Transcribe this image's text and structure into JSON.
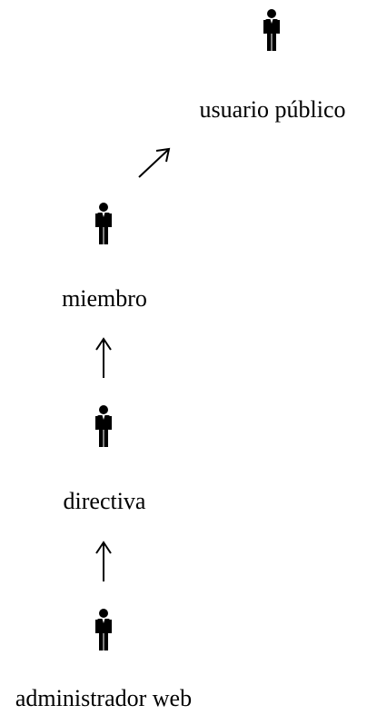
{
  "diagram": {
    "actors": [
      {
        "id": "usuario-publico",
        "label": "usuario público",
        "icon": "person-icon"
      },
      {
        "id": "miembro",
        "label": "miembro",
        "icon": "person-icon"
      },
      {
        "id": "directiva",
        "label": "directiva",
        "icon": "person-icon"
      },
      {
        "id": "administrador-web",
        "label": "administrador web",
        "icon": "person-icon"
      }
    ],
    "relations": [
      {
        "from": "administrador-web",
        "to": "directiva",
        "icon": "arrow-up-icon"
      },
      {
        "from": "directiva",
        "to": "miembro",
        "icon": "arrow-up-icon"
      },
      {
        "from": "miembro",
        "to": "usuario-publico",
        "icon": "arrow-up-right-icon"
      }
    ],
    "colors": {
      "ink": "#000000",
      "background": "#ffffff"
    }
  }
}
